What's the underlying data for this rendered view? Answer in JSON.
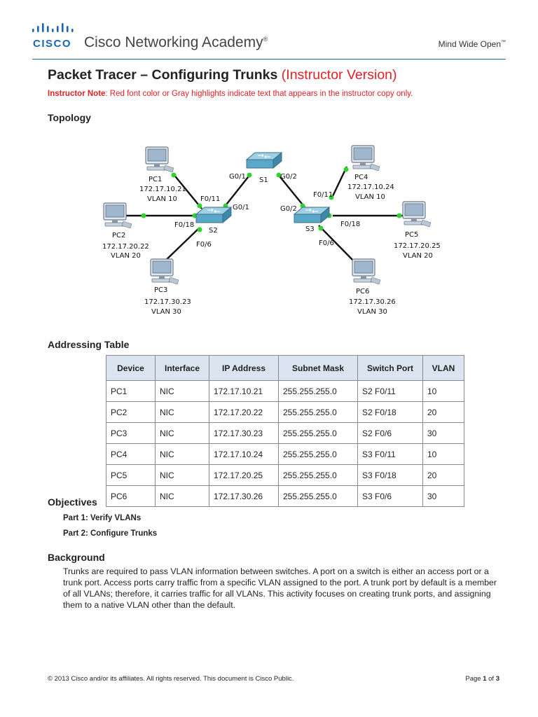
{
  "header": {
    "logo_text": "CISCO",
    "academy": "Cisco Networking Academy",
    "trademark": "®",
    "tagline": "Mind Wide Open",
    "tagline_tm": "™"
  },
  "doc": {
    "title": "Packet Tracer – Configuring Trunks",
    "version": "(Instructor Version)",
    "note_label": "Instructor Note",
    "note_text": ": Red font color or Gray highlights indicate text that appears in the instructor copy only."
  },
  "topology": {
    "heading": "Topology",
    "switches": {
      "s1": "S1",
      "s2": "S2",
      "s3": "S3"
    },
    "pcs": [
      {
        "name": "PC1",
        "ip": "172.17.10.21",
        "vlan": "VLAN 10"
      },
      {
        "name": "PC2",
        "ip": "172.17.20.22",
        "vlan": "VLAN 20"
      },
      {
        "name": "PC3",
        "ip": "172.17.30.23",
        "vlan": "VLAN 30"
      },
      {
        "name": "PC4",
        "ip": "172.17.10.24",
        "vlan": "VLAN 10"
      },
      {
        "name": "PC5",
        "ip": "172.17.20.25",
        "vlan": "VLAN 20"
      },
      {
        "name": "PC6",
        "ip": "172.17.30.26",
        "vlan": "VLAN 30"
      }
    ],
    "ports": {
      "s1_g01": "G0/1",
      "s1_g02": "G0/2",
      "s2_g01": "G0/1",
      "s2_f011": "F0/11",
      "s2_f018": "F0/18",
      "s2_f06": "F0/6",
      "s3_g02": "G0/2",
      "s3_f011": "F0/11",
      "s3_f018": "F0/18",
      "s3_f06": "F0/6"
    },
    "colors": {
      "link_up": "#2fd32f",
      "switch_body": "#5aa7c9",
      "pc_body": "#c9d9e8"
    }
  },
  "addressing": {
    "heading": "Addressing Table",
    "columns": [
      "Device",
      "Interface",
      "IP Address",
      "Subnet Mask",
      "Switch Port",
      "VLAN"
    ],
    "rows": [
      [
        "PC1",
        "NIC",
        "172.17.10.21",
        "255.255.255.0",
        "S2 F0/11",
        "10"
      ],
      [
        "PC2",
        "NIC",
        "172.17.20.22",
        "255.255.255.0",
        "S2 F0/18",
        "20"
      ],
      [
        "PC3",
        "NIC",
        "172.17.30.23",
        "255.255.255.0",
        "S2 F0/6",
        "30"
      ],
      [
        "PC4",
        "NIC",
        "172.17.10.24",
        "255.255.255.0",
        "S3 F0/11",
        "10"
      ],
      [
        "PC5",
        "NIC",
        "172.17.20.25",
        "255.255.255.0",
        "S3 F0/18",
        "20"
      ],
      [
        "PC6",
        "NIC",
        "172.17.30.26",
        "255.255.255.0",
        "S3 F0/6",
        "30"
      ]
    ]
  },
  "objectives": {
    "heading": "Objectives",
    "parts": [
      "Part 1: Verify VLANs",
      "Part 2: Configure Trunks"
    ]
  },
  "background": {
    "heading": "Background",
    "text": "Trunks are required to pass VLAN information between switches. A port on a switch is either an access port or a trunk port. Access ports carry traffic from a specific VLAN assigned to the port. A trunk port by default is a member of all VLANs; therefore, it carries traffic for all VLANs. This activity focuses on creating trunk ports, and assigning them to a native VLAN other than the default."
  },
  "footer": {
    "copyright": "© 2013 Cisco and/or its affiliates. All rights reserved. This document is Cisco Public.",
    "page_prefix": "Page ",
    "page_current": "1",
    "page_of": " of ",
    "page_total": "3"
  }
}
